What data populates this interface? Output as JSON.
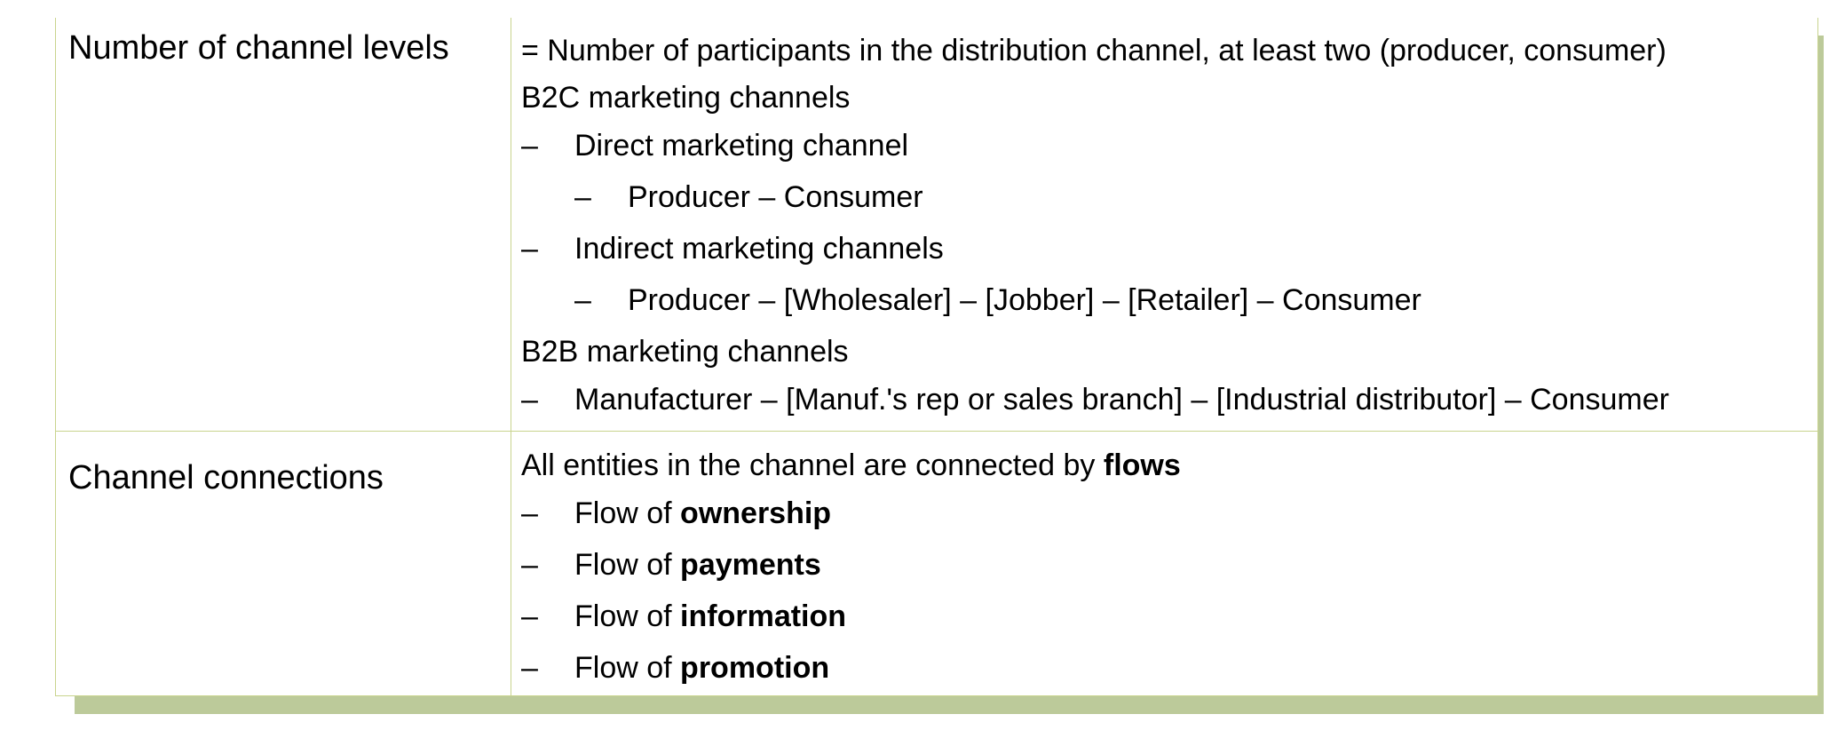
{
  "rows": [
    {
      "label": "Number of channel levels",
      "lines": {
        "l0": "= Number of participants in the distribution channel, at least two (producer, consumer)",
        "l1": "B2C marketing channels",
        "l2_dash": "–",
        "l2": "Direct marketing channel",
        "l3_dash": "–",
        "l3": "Producer – Consumer",
        "l4_dash": "–",
        "l4": "Indirect marketing channels",
        "l5_dash": "–",
        "l5": "Producer – [Wholesaler] – [Jobber] – [Retailer] – Consumer",
        "l6": "B2B marketing channels",
        "l7_dash": "–",
        "l7": "Manufacturer – [Manuf.'s rep or sales branch] – [Industrial distributor] – Consumer"
      }
    },
    {
      "label": "Channel connections",
      "lines": {
        "l0_prefix": "All entities in the channel are connected by ",
        "l0_bold": "flows",
        "l1_dash": "–",
        "l1_prefix": "Flow of ",
        "l1_bold": "ownership",
        "l2_dash": "–",
        "l2_prefix": "Flow of ",
        "l2_bold": "payments",
        "l3_dash": "–",
        "l3_prefix": "Flow of ",
        "l3_bold": "information",
        "l4_dash": "–",
        "l4_prefix": "Flow of ",
        "l4_bold": "promotion"
      }
    }
  ],
  "colors": {
    "border": "#c9d48e",
    "shadow": "#bcca9a"
  }
}
